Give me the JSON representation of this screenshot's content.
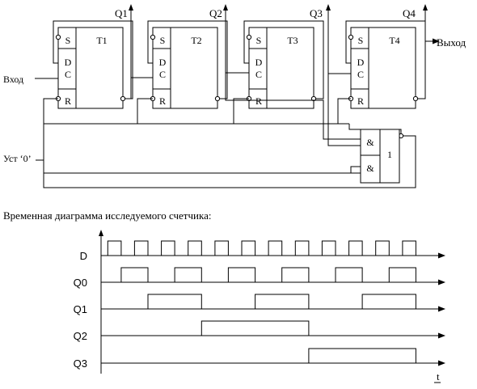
{
  "circuit": {
    "flipflops": [
      {
        "name": "T1",
        "pins": {
          "s": "S",
          "d": "D",
          "c": "C",
          "r": "R"
        },
        "output": "Q1"
      },
      {
        "name": "T2",
        "pins": {
          "s": "S",
          "d": "D",
          "c": "C",
          "r": "R"
        },
        "output": "Q2"
      },
      {
        "name": "T3",
        "pins": {
          "s": "S",
          "d": "D",
          "c": "C",
          "r": "R"
        },
        "output": "Q3"
      },
      {
        "name": "T4",
        "pins": {
          "s": "S",
          "d": "D",
          "c": "C",
          "r": "R"
        },
        "output": "Q4"
      }
    ],
    "input_label": "Вход",
    "output_label": "Выход",
    "reset_label": "Уст ‘0’",
    "gate": {
      "and_symbol": "&",
      "or_symbol": "1"
    }
  },
  "timing": {
    "caption": "Временная диаграмма исследуемого счетчика:",
    "time_label": "t",
    "signals": [
      {
        "name": "D",
        "highs": [
          [
            0.5,
            1.5
          ],
          [
            2.5,
            3.5
          ],
          [
            4.5,
            5.5
          ],
          [
            6.5,
            7.5
          ],
          [
            8.5,
            9.5
          ],
          [
            10.5,
            11.5
          ],
          [
            12.5,
            13.5
          ],
          [
            14.5,
            15.5
          ],
          [
            16.5,
            17.5
          ],
          [
            18.5,
            19.5
          ],
          [
            20.5,
            21.5
          ],
          [
            22.5,
            23.5
          ]
        ]
      },
      {
        "name": "Q0",
        "highs": [
          [
            1.5,
            3.5
          ],
          [
            5.5,
            7.5
          ],
          [
            9.5,
            11.5
          ],
          [
            13.5,
            15.5
          ],
          [
            17.5,
            19.5
          ],
          [
            21.5,
            23.5
          ]
        ]
      },
      {
        "name": "Q1",
        "highs": [
          [
            3.5,
            7.5
          ],
          [
            11.5,
            15.5
          ],
          [
            19.5,
            23.5
          ]
        ]
      },
      {
        "name": "Q2",
        "highs": [
          [
            7.5,
            15.5
          ]
        ]
      },
      {
        "name": "Q3",
        "highs": [
          [
            15.5,
            23.5
          ]
        ]
      }
    ]
  }
}
